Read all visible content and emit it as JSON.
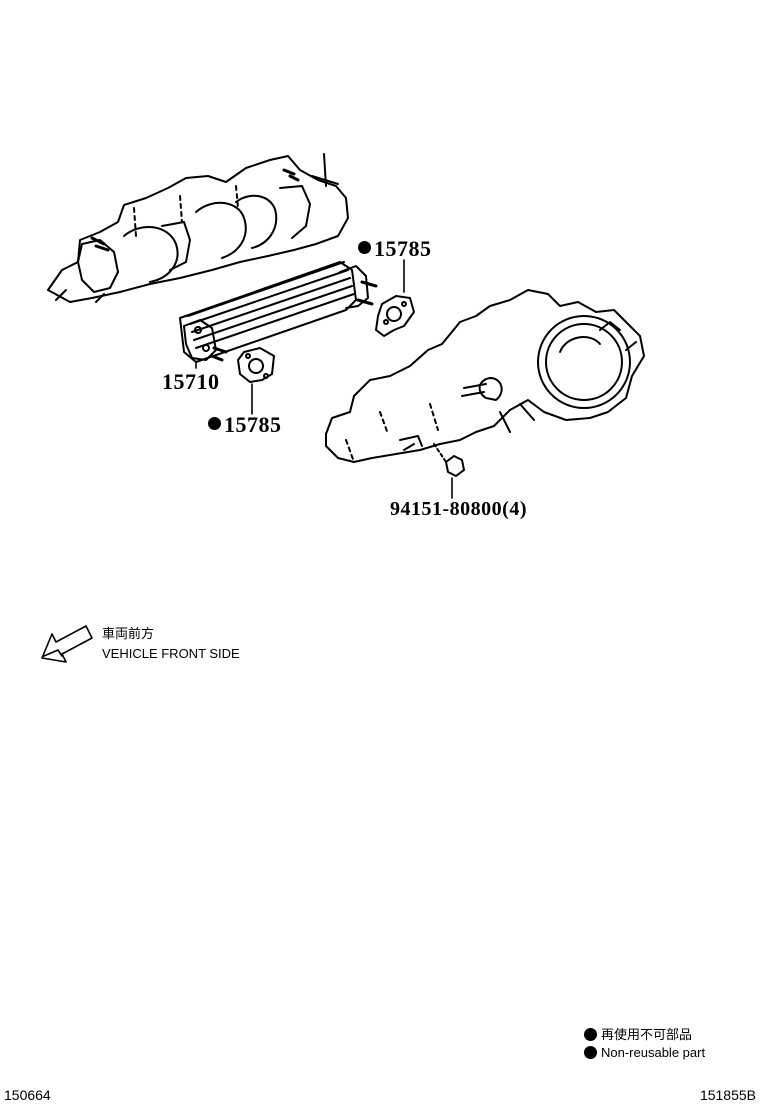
{
  "callouts": {
    "gasket_top": "15785",
    "cooler": "15710",
    "gasket_bottom": "15785",
    "bolt": "94151-80800(4)"
  },
  "direction": {
    "jp": "車両前方",
    "en": "VEHICLE FRONT SIDE"
  },
  "legend": {
    "jp": "再使用不可部品",
    "en": "Non-reusable part",
    "marker_icon": "filled-circle-icon"
  },
  "codes": {
    "left": "150664",
    "right": "151855B"
  }
}
